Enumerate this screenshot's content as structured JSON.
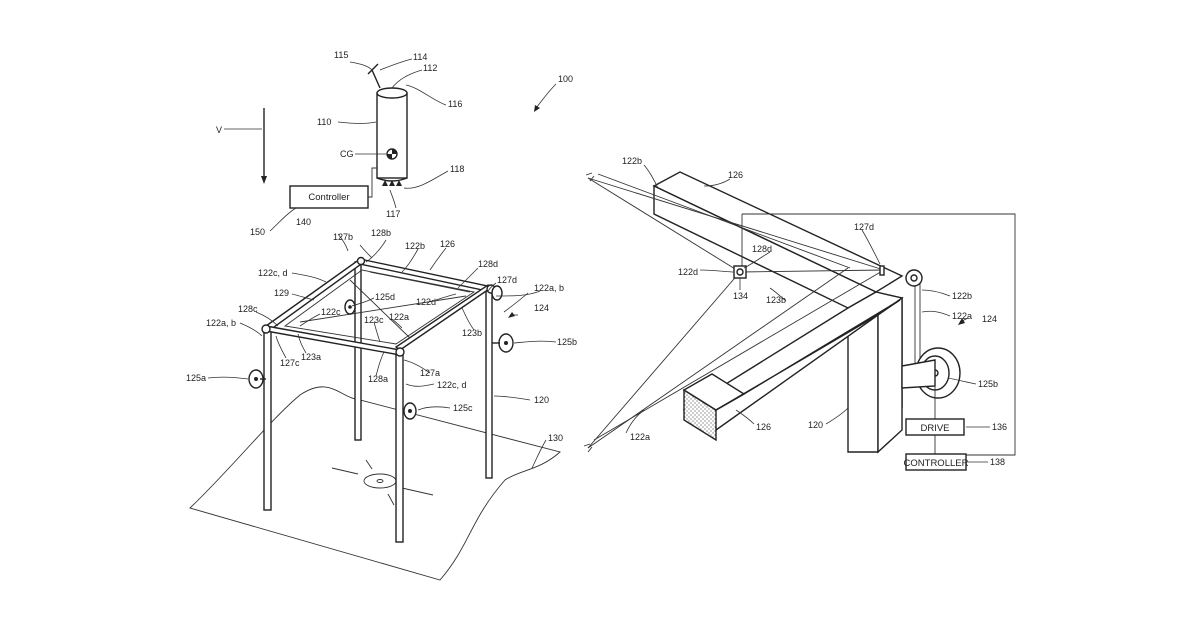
{
  "figure": {
    "ref_main": "100",
    "ref_v": "V",
    "ref_cg": "CG",
    "controller_label": "Controller",
    "drive_label": "DRIVE",
    "controller_caps_label": "CONTROLLER"
  },
  "left_labels": [
    {
      "id": "l115",
      "text": "115"
    },
    {
      "id": "l114",
      "text": "114"
    },
    {
      "id": "l112",
      "text": "112"
    },
    {
      "id": "l116",
      "text": "116"
    },
    {
      "id": "l110",
      "text": "110"
    },
    {
      "id": "l118",
      "text": "118"
    },
    {
      "id": "l117",
      "text": "117"
    },
    {
      "id": "l150",
      "text": "150"
    },
    {
      "id": "l140",
      "text": "140"
    },
    {
      "id": "l127b",
      "text": "127b"
    },
    {
      "id": "l128b",
      "text": "128b"
    },
    {
      "id": "l122b",
      "text": "122b"
    },
    {
      "id": "l126",
      "text": "126"
    },
    {
      "id": "l122cd1",
      "text": "122c, d"
    },
    {
      "id": "l128d",
      "text": "128d"
    },
    {
      "id": "l127d",
      "text": "127d"
    },
    {
      "id": "l122ab1",
      "text": "122a, b"
    },
    {
      "id": "l129",
      "text": "129"
    },
    {
      "id": "l125d",
      "text": "125d"
    },
    {
      "id": "l122d",
      "text": "122d"
    },
    {
      "id": "l124",
      "text": "124"
    },
    {
      "id": "l128c",
      "text": "128c"
    },
    {
      "id": "l122c",
      "text": "122c"
    },
    {
      "id": "l123c",
      "text": "123c"
    },
    {
      "id": "l122a",
      "text": "122a"
    },
    {
      "id": "l123b",
      "text": "123b"
    },
    {
      "id": "l122ab2",
      "text": "122a, b"
    },
    {
      "id": "l125b",
      "text": "125b"
    },
    {
      "id": "l127c",
      "text": "127c"
    },
    {
      "id": "l123a",
      "text": "123a"
    },
    {
      "id": "l127a",
      "text": "127a"
    },
    {
      "id": "l128a",
      "text": "128a"
    },
    {
      "id": "l122cd2",
      "text": "122c, d"
    },
    {
      "id": "l125a",
      "text": "125a"
    },
    {
      "id": "l120",
      "text": "120"
    },
    {
      "id": "l125c",
      "text": "125c"
    },
    {
      "id": "l130",
      "text": "130"
    }
  ],
  "right_labels": [
    {
      "id": "r122b",
      "text": "122b"
    },
    {
      "id": "r126a",
      "text": "126"
    },
    {
      "id": "r127d",
      "text": "127d"
    },
    {
      "id": "r128d",
      "text": "128d"
    },
    {
      "id": "r122d",
      "text": "122d"
    },
    {
      "id": "r134",
      "text": "134"
    },
    {
      "id": "r123b",
      "text": "123b"
    },
    {
      "id": "r122b2",
      "text": "122b"
    },
    {
      "id": "r122a",
      "text": "122a"
    },
    {
      "id": "r124",
      "text": "124"
    },
    {
      "id": "r125b",
      "text": "125b"
    },
    {
      "id": "r136",
      "text": "136"
    },
    {
      "id": "r138",
      "text": "138"
    },
    {
      "id": "r126b",
      "text": "126"
    },
    {
      "id": "r120",
      "text": "120"
    },
    {
      "id": "r122a2",
      "text": "122a"
    }
  ]
}
